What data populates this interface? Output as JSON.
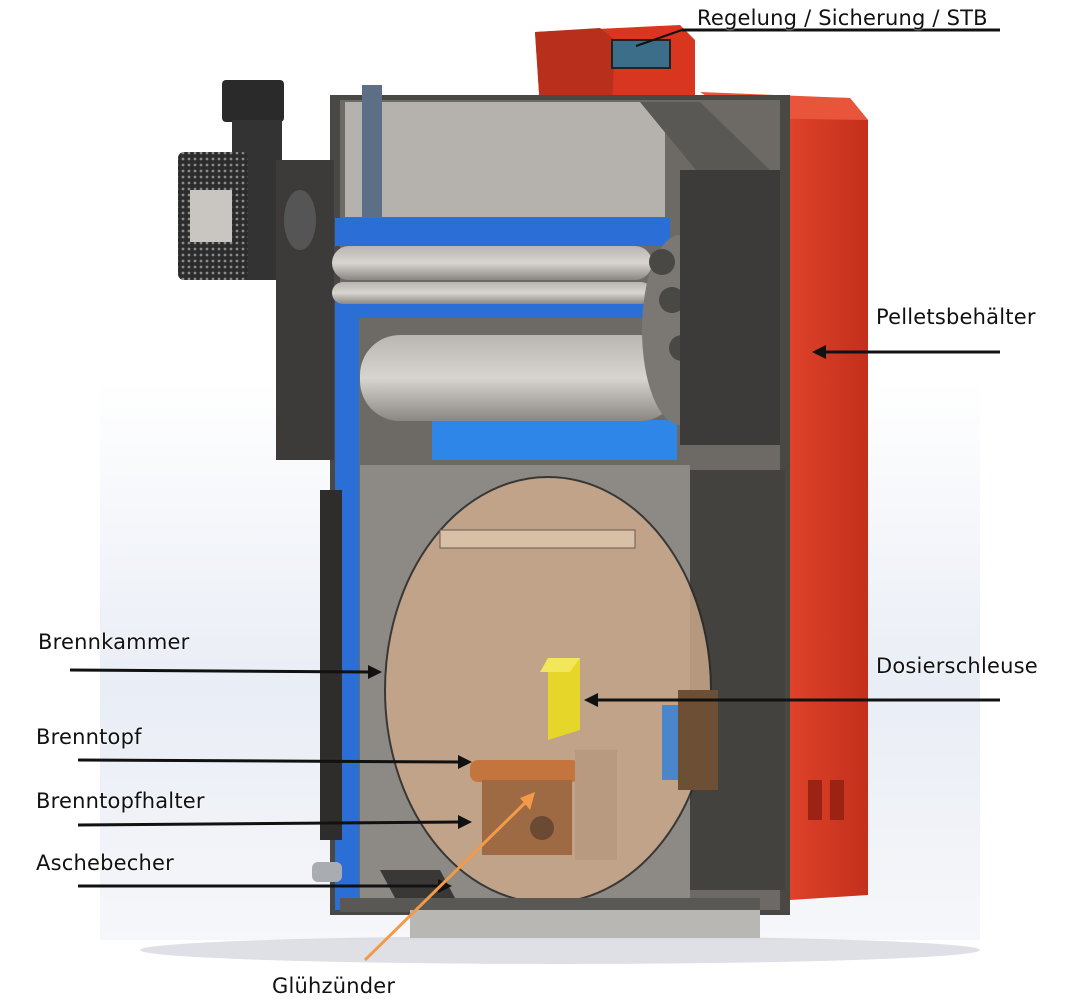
{
  "labels": {
    "control": "Regelung / Sicherung / STB",
    "pellet_container": "Pelletsbehälter",
    "burn_chamber": "Brennkammer",
    "dosing_lock": "Dosierschleuse",
    "burn_pot": "Brenntopf",
    "burn_pot_holder": "Brenntopfhalter",
    "ash_cup": "Aschebecher",
    "glow_igniter": "Glühzünder"
  },
  "colors": {
    "casing_red": "#d8361f",
    "water_jacket_blue": "#2b6fd6",
    "steel_grey": "#8d8a86",
    "dark_grey": "#3d3b39",
    "highlight_circle": "#c9a88a",
    "igniter_arrow": "#f29a4a",
    "dosing_yellow": "#e6d62a",
    "burn_pot_copper": "#b5693a"
  }
}
